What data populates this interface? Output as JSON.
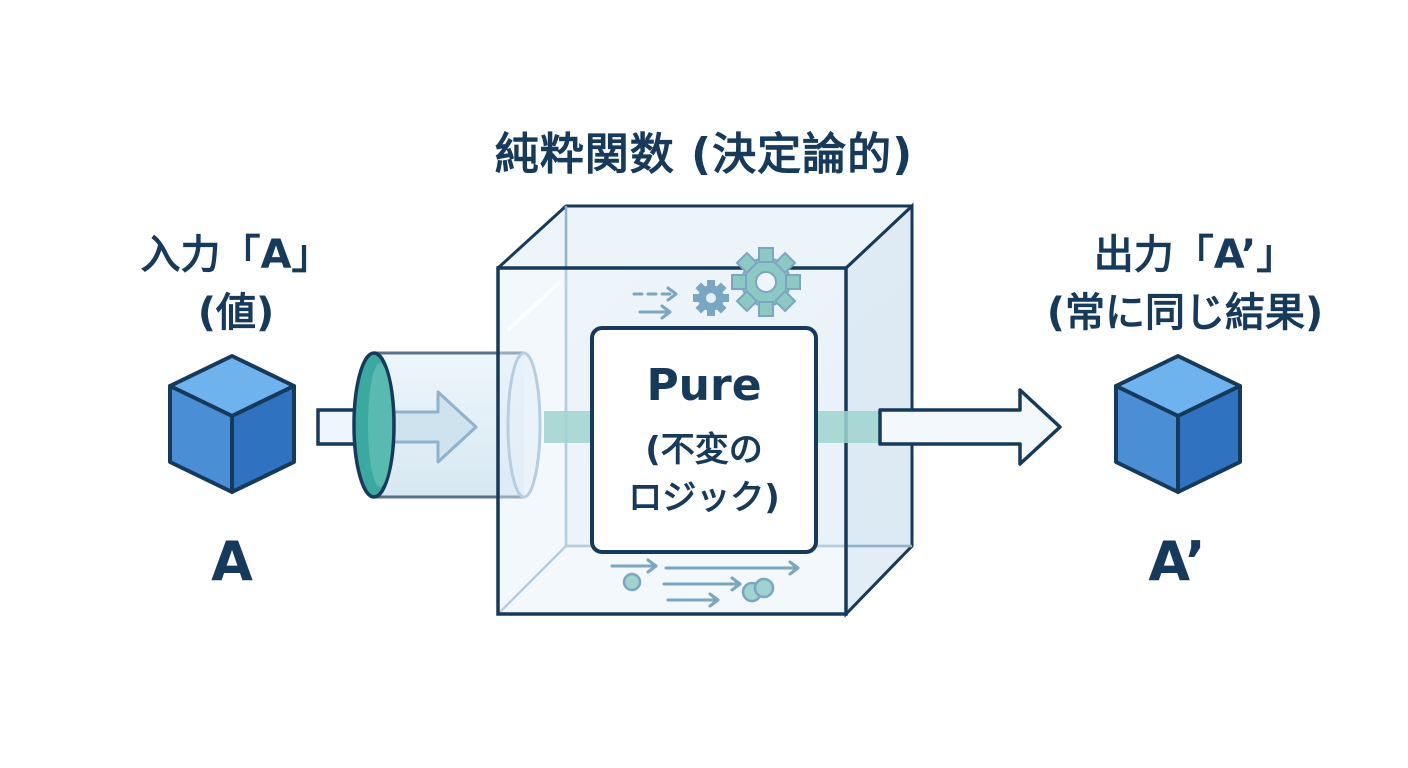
{
  "title": "純粋関数 (決定論的)",
  "input": {
    "line1": "入力「A」",
    "line2": "(値)",
    "symbol": "A"
  },
  "output": {
    "line1": "出力「A’」",
    "line2": "(常に同じ結果)",
    "symbol": "A’"
  },
  "core": {
    "title": "Pure",
    "subtitle_line1": "(不変の",
    "subtitle_line2": "ロジック)"
  },
  "colors": {
    "outline": "#163a5c",
    "cube_top": "#6fb3ee",
    "cube_left": "#4a8fd6",
    "cube_right": "#2f73c0",
    "glass_fill": "#e4f0f8",
    "teal": "#3aa9a0",
    "gear": "#7aa6c2"
  },
  "icons": [
    "cube-icon",
    "gear-icon",
    "arrow-icon"
  ]
}
